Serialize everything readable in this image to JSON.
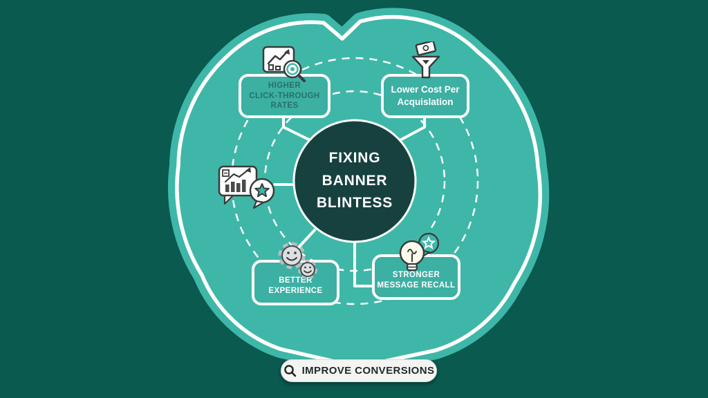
{
  "palette": {
    "background": "#0A5A4F",
    "blob": "#3FB7A8",
    "node_fill": "#3BB0A3",
    "center_fill": "#17413F",
    "center_text": "#FFFFFF",
    "node_text_light": "#FFFFFF",
    "node_text_dark": "#2A6F68",
    "line": "#FFFFFF",
    "cta_bg": "#F4F4F2",
    "cta_text": "#1E2B2A"
  },
  "center": {
    "title": "FIXING\nBANNER\nBLINTESS"
  },
  "nodes": [
    {
      "id": "higher-click-through-rates",
      "label": "HIGHER\nCLICK-THROUGH\nRATES",
      "icon": "chart-magnifier-icon"
    },
    {
      "id": "lower-cost-per-acquisition",
      "label": "Lower Cost Per\nAcquislation",
      "icon": "money-funnel-icon"
    },
    {
      "id": "better-experience",
      "label": "BETTER\nEXPERIENCE",
      "icon": "gears-smiley-icon"
    },
    {
      "id": "stronger-message-recall",
      "label": "STRONGER\nMESSAGE RECALL",
      "icon": "bulb-star-bubble-icon"
    }
  ],
  "side_icon": {
    "id": "analytics-star-bubble-icon"
  },
  "cta": {
    "label": "IMPROVE CONVERSIONS",
    "icon": "search-icon"
  }
}
